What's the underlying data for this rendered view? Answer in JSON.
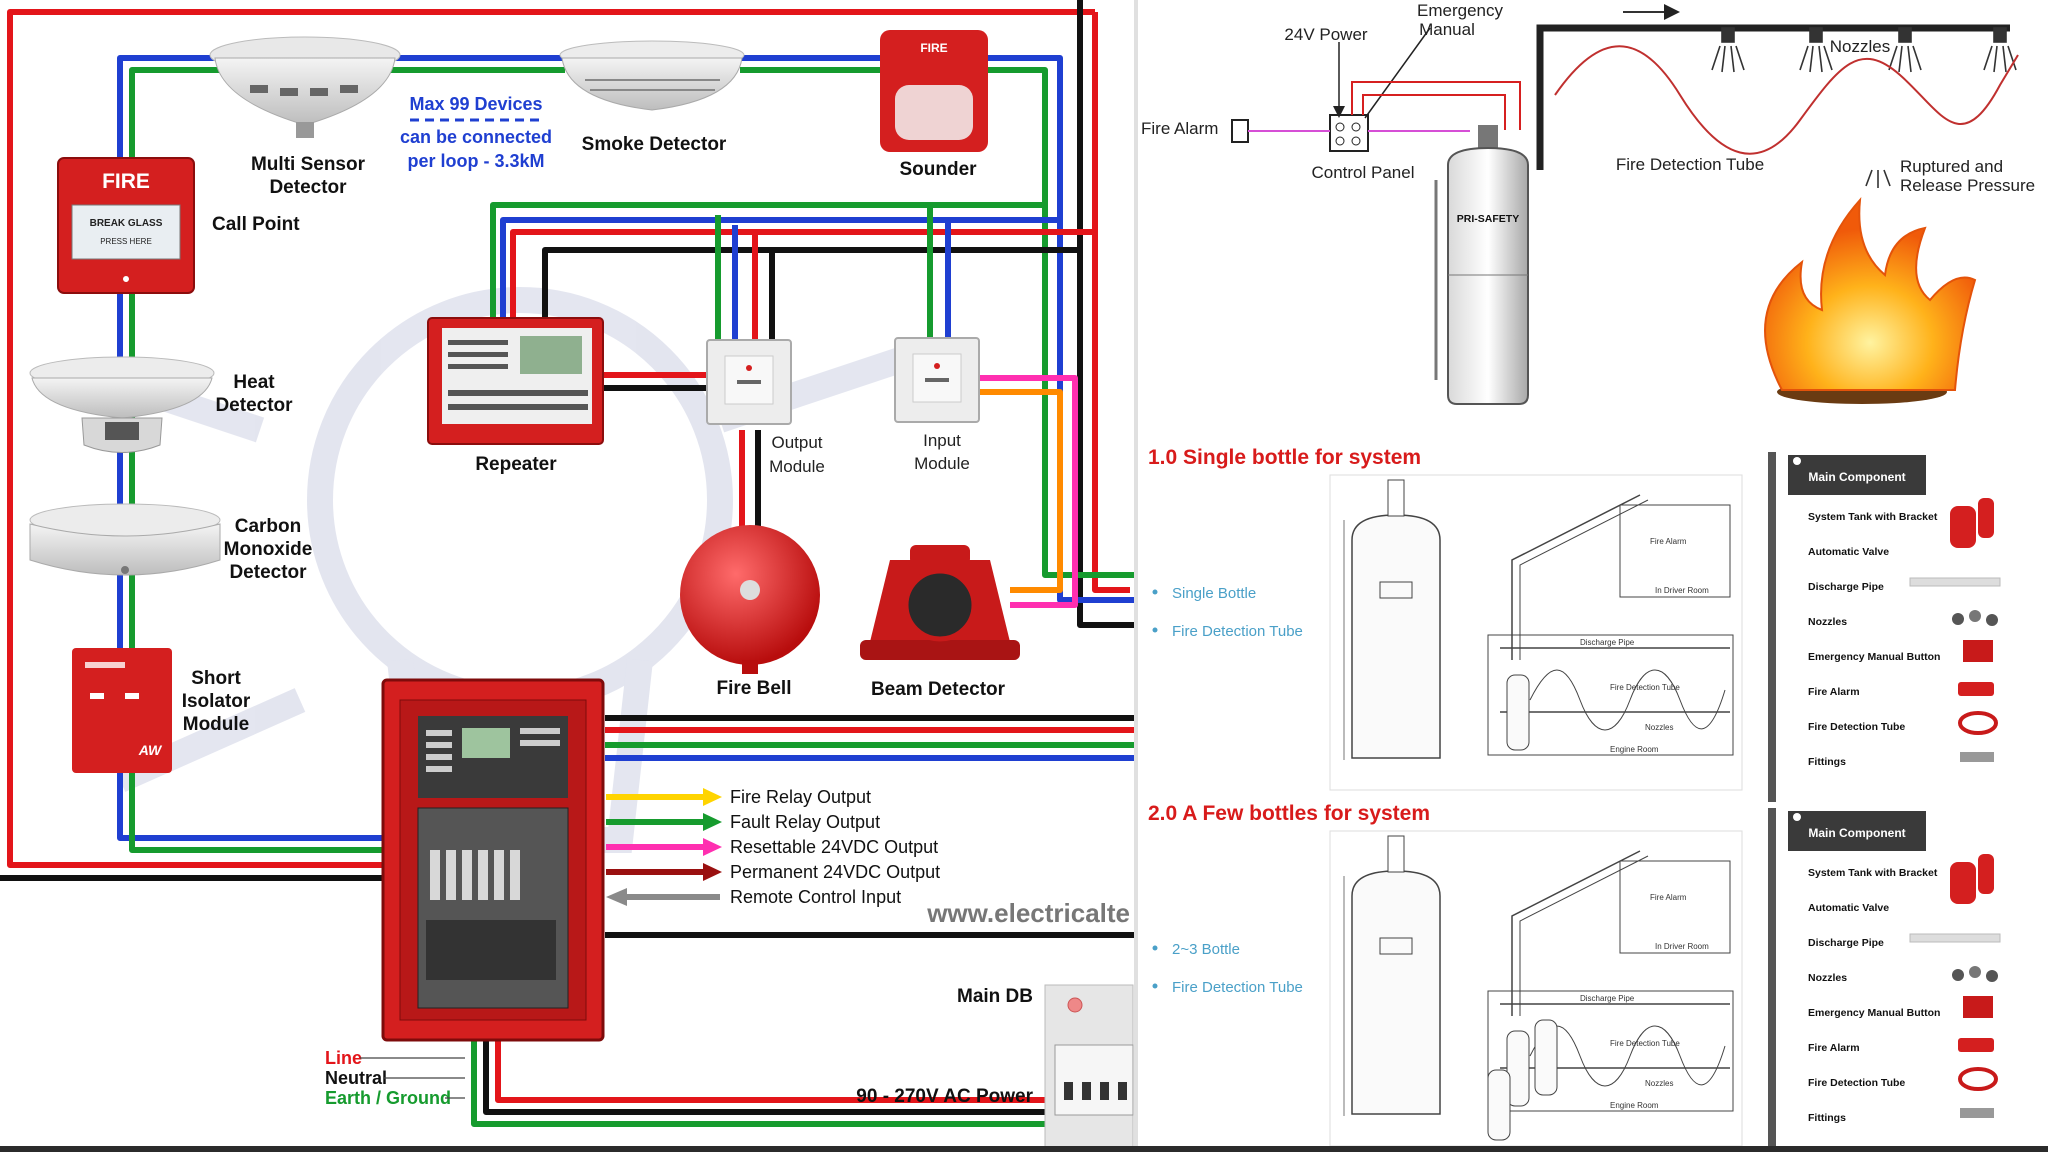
{
  "colors": {
    "red": "#e3151a",
    "blue": "#1f3fd1",
    "green": "#169b2e",
    "black": "#111111",
    "pink": "#ff2fb0",
    "orange": "#ff8a00",
    "yellow": "#ffd400",
    "darkred": "#9a1010",
    "gray": "#8a8a8a",
    "title_red": "#d81b1b",
    "device_red": "#d41f1f"
  },
  "left": {
    "devices": {
      "multi_sensor": [
        "Multi Sensor",
        "Detector"
      ],
      "smoke": "Smoke Detector",
      "sounder": "Sounder",
      "call_point": "Call Point",
      "heat": [
        "Heat",
        "Detector"
      ],
      "co": [
        "Carbon",
        "Monoxide",
        "Detector"
      ],
      "isolator": [
        "Short",
        "Isolator",
        "Module"
      ],
      "repeater": "Repeater",
      "output_module": [
        "Output",
        "Module"
      ],
      "input_module": [
        "Input",
        "Module"
      ],
      "fire_bell": "Fire Bell",
      "beam": "Beam Detector",
      "main_db": "Main DB",
      "ac_power": "90 - 270V AC Power"
    },
    "note": [
      "Max 99 Devices",
      "can be connected",
      "per loop - 3.3kM"
    ],
    "callpoint_text": {
      "fire": "FIRE",
      "glass": "BREAK GLASS",
      "press": "PRESS HERE"
    },
    "sounder_text": "FIRE",
    "outputs": [
      {
        "label": "Fire Relay Output",
        "color": "#ffd400",
        "dir": "out"
      },
      {
        "label": "Fault Relay Output",
        "color": "#169b2e",
        "dir": "out"
      },
      {
        "label": "Resettable 24VDC Output",
        "color": "#ff2fb0",
        "dir": "out"
      },
      {
        "label": "Permanent 24VDC Output",
        "color": "#9a1010",
        "dir": "out"
      },
      {
        "label": "Remote Control Input",
        "color": "#8a8a8a",
        "dir": "in"
      }
    ],
    "power": [
      {
        "label": "Line",
        "color": "#e3151a"
      },
      {
        "label": "Neutral",
        "color": "#111111"
      },
      {
        "label": "Earth / Ground",
        "color": "#169b2e"
      }
    ],
    "watermark": "www.electricalte"
  },
  "right_top": {
    "labels": {
      "power": "24V Power",
      "manual": [
        "Emergency",
        "Manual"
      ],
      "alarm": "Fire Alarm",
      "panel": "Control Panel",
      "tube": "Fire Detection Tube",
      "nozzles": "Nozzles",
      "ruptured": [
        "Ruptured and",
        "Release Pressure"
      ],
      "tank": "PRI-SAFETY"
    }
  },
  "sections": [
    {
      "title": "1.0  Single bottle for system",
      "bullets": [
        "Single Bottle",
        "Fire Detection Tube"
      ],
      "panel_title": "Main Component",
      "components": [
        "System Tank with Bracket",
        "Automatic Valve",
        "Discharge Pipe",
        "Nozzles",
        "Emergency Manual Button",
        "Fire Alarm",
        "Fire Detection Tube",
        "Fittings"
      ],
      "drawing": {
        "fire_alarm": "Fire Alarm",
        "driver": "In Driver Room",
        "engine": "Engine Room",
        "discharge": "Discharge Pipe",
        "tube": "Fire Detection Tube",
        "nozzles": "Nozzles"
      }
    },
    {
      "title": "2.0  A Few bottles for system",
      "bullets": [
        "2~3 Bottle",
        "Fire Detection Tube"
      ],
      "panel_title": "Main Component",
      "components": [
        "System Tank with Bracket",
        "Automatic Valve",
        "Discharge Pipe",
        "Nozzles",
        "Emergency Manual Button",
        "Fire Alarm",
        "Fire Detection Tube",
        "Fittings"
      ],
      "drawing": {
        "fire_alarm": "Fire Alarm",
        "driver": "In Driver Room",
        "engine": "Engine Room",
        "discharge": "Discharge Pipe",
        "tube": "Fire Detection Tube",
        "nozzles": "Nozzles"
      }
    }
  ]
}
